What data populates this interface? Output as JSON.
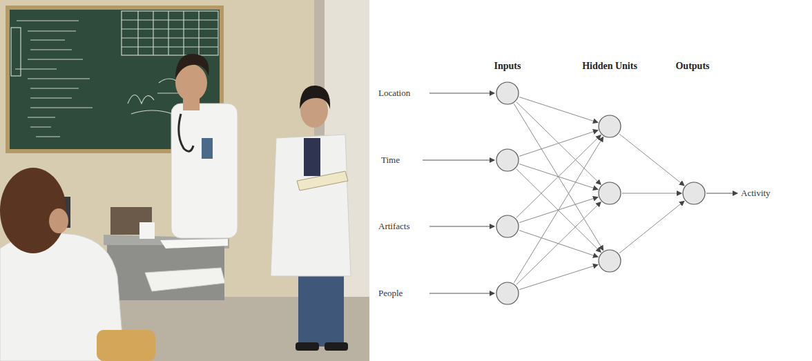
{
  "diagram": {
    "nodes": [
      {
        "text": [
          "Location"
        ]
      },
      {
        "text": [
          "Time"
        ]
      },
      {
        "text": [
          "Artifacts"
        ]
      },
      {
        "text": [
          "People"
        ]
      },
      {
        "text": []
      },
      {
        "text": []
      },
      {
        "text": []
      },
      {
        "text": [
          "Activity"
        ]
      }
    ],
    "edges": [
      {
        "from": 0,
        "to": 4,
        "arrow": "to"
      },
      {
        "from": 0,
        "to": 5,
        "arrow": "to"
      },
      {
        "from": 0,
        "to": 6,
        "arrow": "to"
      },
      {
        "from": 1,
        "to": 4,
        "arrow": "to"
      },
      {
        "from": 1,
        "to": 5,
        "arrow": "to"
      },
      {
        "from": 1,
        "to": 6,
        "arrow": "to"
      },
      {
        "from": 2,
        "to": 4,
        "arrow": "to"
      },
      {
        "from": 2,
        "to": 5,
        "arrow": "to"
      },
      {
        "from": 2,
        "to": 6,
        "arrow": "to"
      },
      {
        "from": 3,
        "to": 4,
        "arrow": "to"
      },
      {
        "from": 3,
        "to": 5,
        "arrow": "to"
      },
      {
        "from": 3,
        "to": 6,
        "arrow": "to"
      },
      {
        "from": 4,
        "to": 7,
        "arrow": "to"
      },
      {
        "from": 5,
        "to": 7,
        "arrow": "to"
      },
      {
        "from": 6,
        "to": 7,
        "arrow": "to"
      }
    ],
    "labels": [
      "Inputs",
      "Hidden Units",
      "Outputs"
    ]
  }
}
